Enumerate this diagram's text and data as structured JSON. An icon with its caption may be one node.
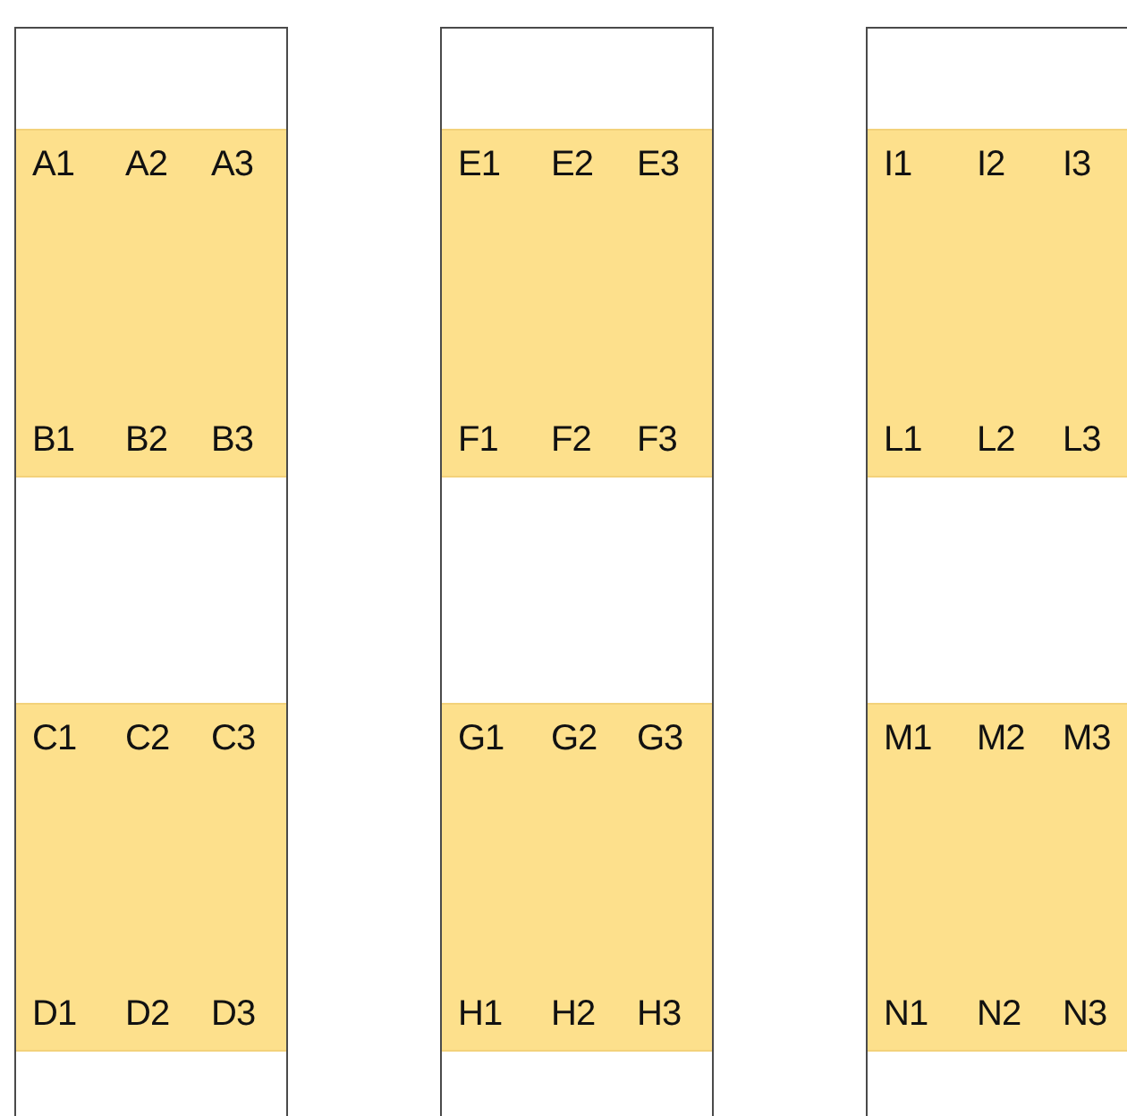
{
  "diagram": {
    "nodes": [
      {
        "text": [],
        "shape": "box"
      },
      {
        "text": [
          "A1",
          "A2",
          "A3",
          "B1",
          "B2",
          "B3"
        ],
        "in": 0
      },
      {
        "text": [
          "C1",
          "C2",
          "C3",
          "D1",
          "D2",
          "D3"
        ],
        "in": 0
      },
      {
        "text": [],
        "shape": "box"
      },
      {
        "text": [
          "E1",
          "E2",
          "E3",
          "F1",
          "F2",
          "F3"
        ],
        "in": 3
      },
      {
        "text": [
          "G1",
          "G2",
          "G3",
          "H1",
          "H2",
          "H3"
        ],
        "in": 3
      },
      {
        "text": [],
        "shape": "box"
      },
      {
        "text": [
          "I1",
          "I2",
          "I3",
          "L1",
          "L2",
          "L3"
        ],
        "in": 6
      },
      {
        "text": [
          "M1",
          "M2",
          "M3",
          "N1",
          "N2",
          "N3"
        ],
        "in": 6
      }
    ]
  }
}
